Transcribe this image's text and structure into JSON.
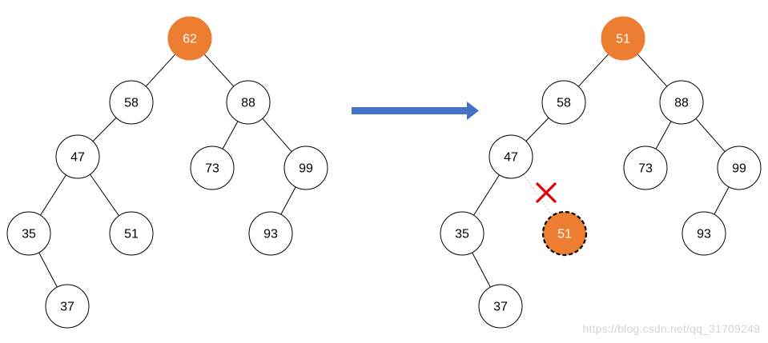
{
  "colors": {
    "highlight_fill": "#ED7D31",
    "node_fill": "#FFFFFF",
    "node_stroke": "#000000",
    "edge": "#000000",
    "arrow": "#4472C4",
    "cross": "#E00000",
    "highlight_text": "#FFFFFF",
    "node_text": "#000000"
  },
  "trees": {
    "before": {
      "nodes": [
        {
          "id": "b62",
          "label": "62",
          "highlight": true
        },
        {
          "id": "b58",
          "label": "58"
        },
        {
          "id": "b88",
          "label": "88"
        },
        {
          "id": "b47",
          "label": "47"
        },
        {
          "id": "b73",
          "label": "73"
        },
        {
          "id": "b99",
          "label": "99"
        },
        {
          "id": "b35",
          "label": "35"
        },
        {
          "id": "b51",
          "label": "51"
        },
        {
          "id": "b93",
          "label": "93"
        },
        {
          "id": "b37",
          "label": "37"
        }
      ],
      "edges": [
        [
          "b62",
          "b58"
        ],
        [
          "b62",
          "b88"
        ],
        [
          "b58",
          "b47"
        ],
        [
          "b88",
          "b73"
        ],
        [
          "b88",
          "b99"
        ],
        [
          "b47",
          "b35"
        ],
        [
          "b47",
          "b51"
        ],
        [
          "b99",
          "b93"
        ],
        [
          "b35",
          "b37"
        ]
      ]
    },
    "after": {
      "nodes": [
        {
          "id": "a51top",
          "label": "51",
          "highlight": true
        },
        {
          "id": "a58",
          "label": "58"
        },
        {
          "id": "a88",
          "label": "88"
        },
        {
          "id": "a47",
          "label": "47"
        },
        {
          "id": "a73",
          "label": "73"
        },
        {
          "id": "a99",
          "label": "99"
        },
        {
          "id": "a35",
          "label": "35"
        },
        {
          "id": "a51removed",
          "label": "51",
          "highlight": true,
          "removed": true
        },
        {
          "id": "a93",
          "label": "93"
        },
        {
          "id": "a37",
          "label": "37"
        }
      ],
      "edges": [
        [
          "a51top",
          "a58"
        ],
        [
          "a51top",
          "a88"
        ],
        [
          "a58",
          "a47"
        ],
        [
          "a88",
          "a73"
        ],
        [
          "a88",
          "a99"
        ],
        [
          "a47",
          "a35"
        ],
        [
          "a99",
          "a93"
        ],
        [
          "a35",
          "a37"
        ]
      ],
      "removed_edge": [
        "a47",
        "a51removed"
      ]
    }
  },
  "watermark": "https://blog.csdn.net/qq_31709249"
}
